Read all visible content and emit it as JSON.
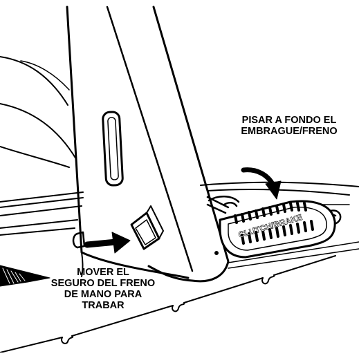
{
  "illustration": {
    "subject": "mower-seat-support-and-clutch-brake-pedal",
    "colors": {
      "ink": "#000000",
      "paper": "#ffffff"
    }
  },
  "pedal": {
    "embossed_text": "CLUTCH/BRAKE"
  },
  "callouts": {
    "pedal": {
      "line1": "PISAR A FONDO EL",
      "line2": "EMBRAGUE/FRENO"
    },
    "parking_lock": {
      "line1": "MOVER EL",
      "line2": "SEGURO DEL FRENO",
      "line3": "DE MANO PARA",
      "line4": "TRABAR"
    }
  }
}
